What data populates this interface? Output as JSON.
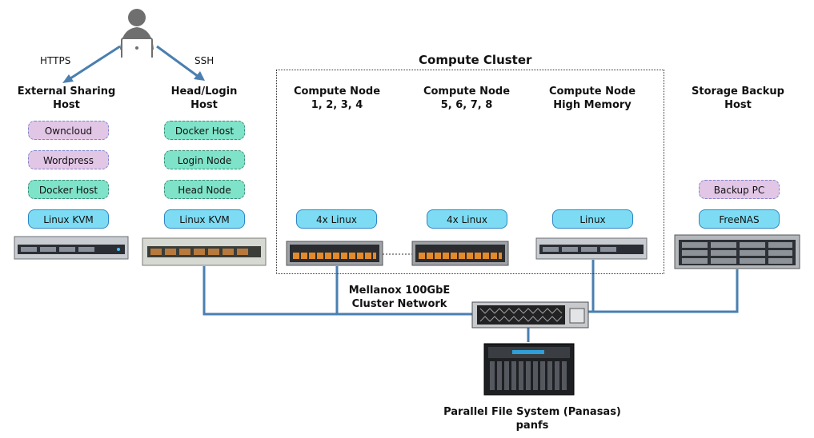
{
  "user": {
    "icon": "user-laptop-icon"
  },
  "protocols": {
    "https": "HTTPS",
    "ssh": "SSH"
  },
  "cluster_title": "Compute Cluster",
  "hosts": {
    "external": {
      "title": "External Sharing\nHost",
      "services": [
        "Owncloud",
        "Wordpress",
        "Docker Host",
        "Linux KVM"
      ]
    },
    "head": {
      "title": "Head/Login\nHost",
      "services": [
        "Docker Host",
        "Login Node",
        "Head Node",
        "Linux KVM"
      ]
    },
    "compute1": {
      "title": "Compute Node\n1, 2, 3, 4",
      "services": [
        "4x Linux"
      ]
    },
    "compute2": {
      "title": "Compute Node\n5, 6, 7, 8",
      "services": [
        "4x Linux"
      ]
    },
    "highmem": {
      "title": "Compute Node\nHigh Memory",
      "services": [
        "Linux"
      ]
    },
    "backup": {
      "title": "Storage Backup\nHost",
      "services": [
        "Backup PC",
        "FreeNAS"
      ]
    }
  },
  "network": {
    "label": "Mellanox 100GbE\nCluster Network"
  },
  "storage": {
    "label": "Parallel File System (Panasas)\npanfs"
  },
  "colors": {
    "link": "#4a7fb0",
    "purple_pill": "#e2c6e6",
    "teal_pill": "#7ee3c8",
    "blue_pill": "#7ddcf3"
  }
}
